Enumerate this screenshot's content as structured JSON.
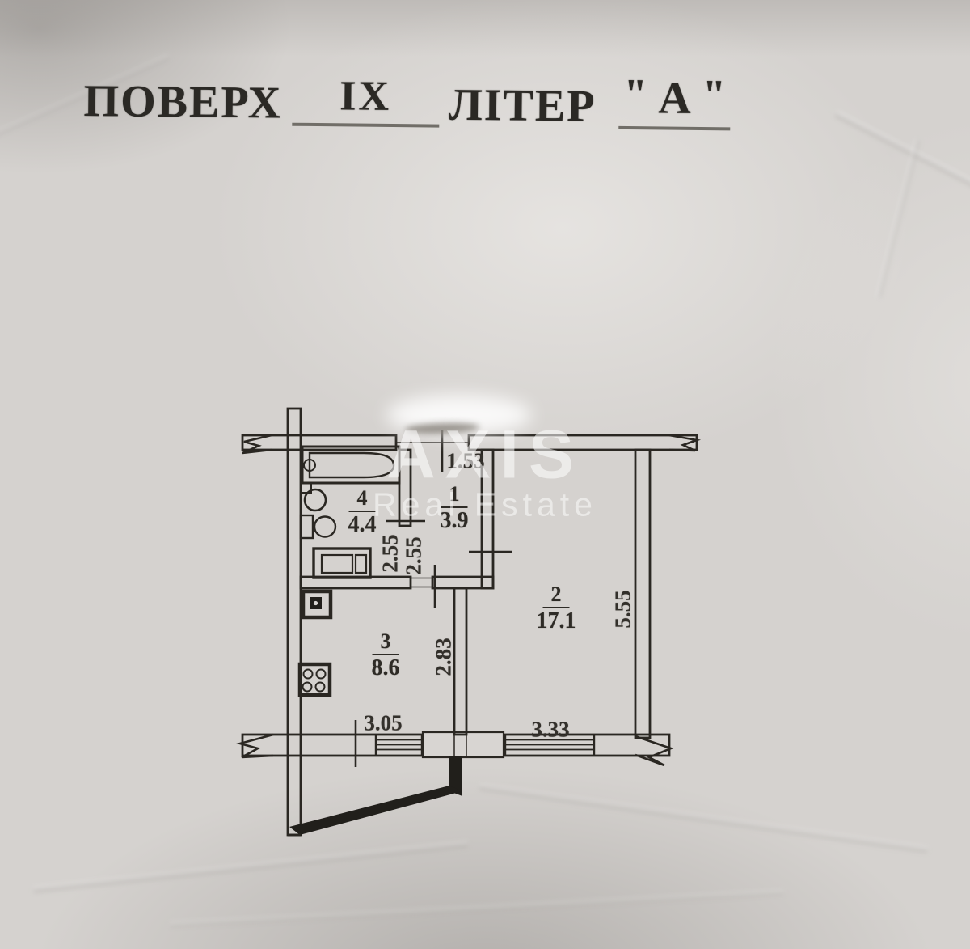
{
  "title": {
    "floor_label": "ПОВЕРХ",
    "floor_value": "ІХ",
    "letter_label": "ЛІТЕР",
    "quote_open": "\"",
    "letter_value": "А",
    "quote_close": "\""
  },
  "watermark": {
    "line1": "AXIS",
    "line2": "Real Estate"
  },
  "colors": {
    "ink": "#2a2722",
    "paper": "#d5d2cf",
    "watermark_text": "#ffffff"
  },
  "floor_plan": {
    "rooms": [
      {
        "number": "1",
        "area": "3.9"
      },
      {
        "number": "2",
        "area": "17.1"
      },
      {
        "number": "3",
        "area": "8.6"
      },
      {
        "number": "4",
        "area": "4.4"
      }
    ],
    "dimensions": {
      "hall_width": "1.53",
      "bath_depth": "2.55",
      "hall_depth": "2.55",
      "kitchen_depth": "2.83",
      "kitchen_window_width": "3.05",
      "room2_window_width": "3.33",
      "room2_depth": "5.55"
    },
    "fixtures": [
      "bathtub",
      "washbasin",
      "toilet",
      "washing-machine",
      "kitchen-sink",
      "stove"
    ]
  }
}
